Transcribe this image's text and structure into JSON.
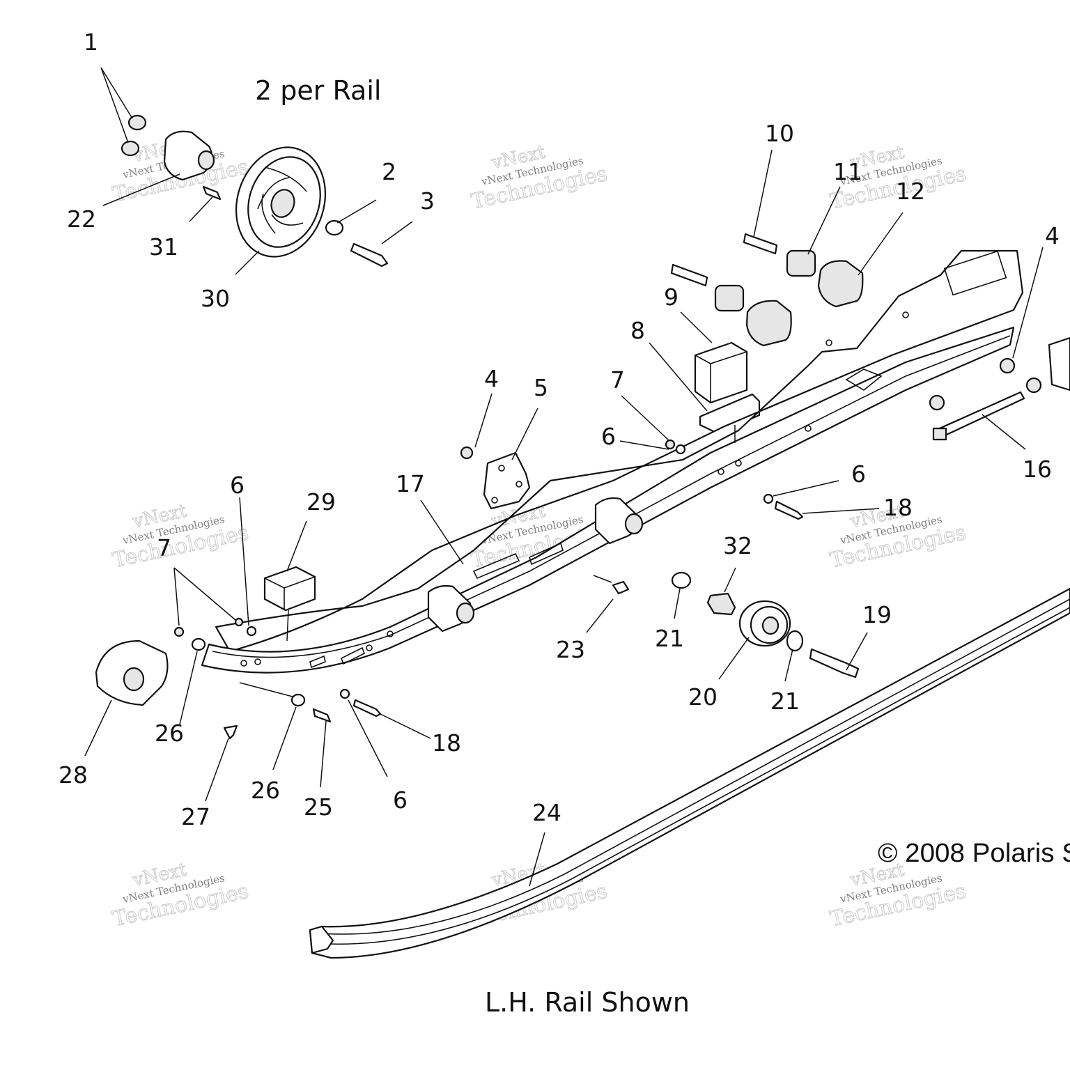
{
  "diagram": {
    "note_top": "2 per Rail",
    "caption": "L.H. Rail Shown",
    "copyright": "© 2008 Polaris S",
    "watermark": {
      "brand": "vNext",
      "line2": "Technologies",
      "small": "vNext Technologies"
    },
    "callouts": [
      {
        "id": "c1",
        "text": "1"
      },
      {
        "id": "c2",
        "text": "2"
      },
      {
        "id": "c3",
        "text": "3"
      },
      {
        "id": "c4a",
        "text": "4"
      },
      {
        "id": "c4b",
        "text": "4"
      },
      {
        "id": "c5",
        "text": "5"
      },
      {
        "id": "c6a",
        "text": "6"
      },
      {
        "id": "c6b",
        "text": "6"
      },
      {
        "id": "c6c",
        "text": "6"
      },
      {
        "id": "c6d",
        "text": "6"
      },
      {
        "id": "c7a",
        "text": "7"
      },
      {
        "id": "c7b",
        "text": "7"
      },
      {
        "id": "c8",
        "text": "8"
      },
      {
        "id": "c9",
        "text": "9"
      },
      {
        "id": "c10",
        "text": "10"
      },
      {
        "id": "c11",
        "text": "11"
      },
      {
        "id": "c12",
        "text": "12"
      },
      {
        "id": "c16",
        "text": "16"
      },
      {
        "id": "c17",
        "text": "17"
      },
      {
        "id": "c18a",
        "text": "18"
      },
      {
        "id": "c18b",
        "text": "18"
      },
      {
        "id": "c19",
        "text": "19"
      },
      {
        "id": "c20",
        "text": "20"
      },
      {
        "id": "c21a",
        "text": "21"
      },
      {
        "id": "c21b",
        "text": "21"
      },
      {
        "id": "c22",
        "text": "22"
      },
      {
        "id": "c23",
        "text": "23"
      },
      {
        "id": "c24",
        "text": "24"
      },
      {
        "id": "c25",
        "text": "25"
      },
      {
        "id": "c26a",
        "text": "26"
      },
      {
        "id": "c26b",
        "text": "26"
      },
      {
        "id": "c27",
        "text": "27"
      },
      {
        "id": "c28",
        "text": "28"
      },
      {
        "id": "c29",
        "text": "29"
      },
      {
        "id": "c30",
        "text": "30"
      },
      {
        "id": "c31",
        "text": "31"
      },
      {
        "id": "c32",
        "text": "32"
      }
    ]
  }
}
